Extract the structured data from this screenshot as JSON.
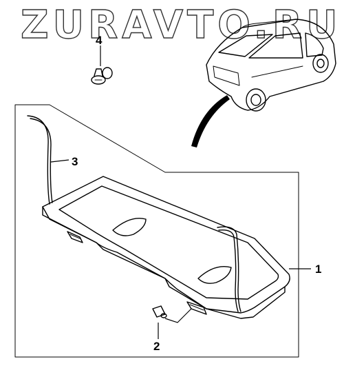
{
  "watermark": {
    "text": "ZURAVTO.RU"
  },
  "callouts": {
    "parcel_shelf": "1",
    "clip": "2",
    "cord": "3",
    "fastener": "4"
  }
}
